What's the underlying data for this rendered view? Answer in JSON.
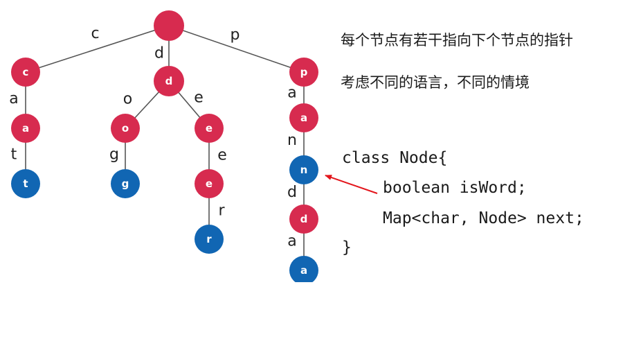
{
  "colors": {
    "non_word_node": "#d72b4f",
    "word_end_node": "#1166b3",
    "edge": "#555555",
    "arrow": "#e3161c"
  },
  "trie": {
    "words": [
      "cat",
      "dog",
      "deer",
      "panda",
      "pan"
    ],
    "nodes": [
      {
        "id": "root",
        "label": "",
        "is_word": false
      },
      {
        "id": "c",
        "label": "c",
        "is_word": false
      },
      {
        "id": "ca",
        "label": "a",
        "is_word": false
      },
      {
        "id": "cat",
        "label": "t",
        "is_word": true
      },
      {
        "id": "d",
        "label": "d",
        "is_word": false
      },
      {
        "id": "do",
        "label": "o",
        "is_word": false
      },
      {
        "id": "dog",
        "label": "g",
        "is_word": true
      },
      {
        "id": "de",
        "label": "e",
        "is_word": false
      },
      {
        "id": "dee",
        "label": "e",
        "is_word": false
      },
      {
        "id": "deer",
        "label": "r",
        "is_word": true
      },
      {
        "id": "p",
        "label": "p",
        "is_word": false
      },
      {
        "id": "pa",
        "label": "a",
        "is_word": false
      },
      {
        "id": "pan",
        "label": "n",
        "is_word": true
      },
      {
        "id": "pand",
        "label": "d",
        "is_word": false
      },
      {
        "id": "panda",
        "label": "a",
        "is_word": true
      }
    ],
    "edges": [
      {
        "from": "root",
        "to": "c",
        "char": "c"
      },
      {
        "from": "root",
        "to": "d",
        "char": "d"
      },
      {
        "from": "root",
        "to": "p",
        "char": "p"
      },
      {
        "from": "c",
        "to": "ca",
        "char": "a"
      },
      {
        "from": "ca",
        "to": "cat",
        "char": "t"
      },
      {
        "from": "d",
        "to": "do",
        "char": "o"
      },
      {
        "from": "d",
        "to": "de",
        "char": "e"
      },
      {
        "from": "do",
        "to": "dog",
        "char": "g"
      },
      {
        "from": "de",
        "to": "dee",
        "char": "e"
      },
      {
        "from": "dee",
        "to": "deer",
        "char": "r"
      },
      {
        "from": "p",
        "to": "pa",
        "char": "a"
      },
      {
        "from": "pa",
        "to": "pan",
        "char": "n"
      },
      {
        "from": "pan",
        "to": "pand",
        "char": "d"
      },
      {
        "from": "pand",
        "to": "panda",
        "char": "a"
      }
    ]
  },
  "notes": {
    "line1": "每个节点有若干指向下个节点的指针",
    "line2": "考虑不同的语言，不同的情境"
  },
  "code": {
    "line1": "class Node{",
    "line2": "boolean isWord;",
    "line3": "Map<char, Node> next;",
    "line4": "}"
  },
  "annotation": {
    "arrow_from": "code.line2",
    "arrow_to": "pan"
  }
}
